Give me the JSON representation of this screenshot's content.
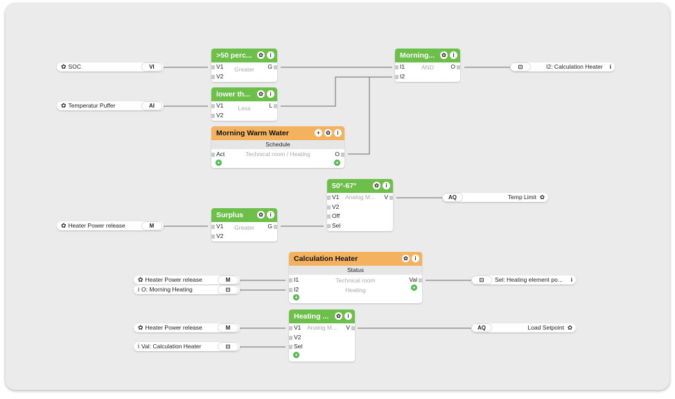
{
  "inputs": [
    {
      "icon": "gear",
      "label": "SOC",
      "tag": "VI"
    },
    {
      "icon": "gear",
      "label": "Temperatur Puffer",
      "tag": "AI"
    },
    {
      "icon": "gear",
      "label": "Heater Power release",
      "tag": "M"
    },
    {
      "icon": "gear",
      "label": "Heater Power release",
      "tag": "M"
    },
    {
      "icon": "info",
      "label": "O: Morning Heating",
      "tag": "⊡"
    },
    {
      "icon": "gear",
      "label": "Heater Power release",
      "tag": "M"
    },
    {
      "icon": "info",
      "label": "Val: Calculation Heater",
      "tag": "⊡"
    }
  ],
  "outputs": [
    {
      "tag": "⊡",
      "label": "I2: Calculation Heater",
      "icon": "info"
    },
    {
      "tag": "AQ",
      "label": "Temp Limit",
      "icon": "gear"
    },
    {
      "tag": "⊡",
      "label": "Sel: Heating element po...",
      "icon": "info"
    },
    {
      "tag": "AQ",
      "label": "Load Setpoint",
      "icon": "gear"
    }
  ],
  "blocks": {
    "greater": {
      "title": ">50 perc...",
      "in1": "V1",
      "in2": "V2",
      "func": "Greater",
      "out": "G"
    },
    "less": {
      "title": "lower th...",
      "in1": "V1",
      "in2": "V2",
      "func": "Less",
      "out": "L"
    },
    "schedule": {
      "title": "Morning Warm Water",
      "sub": "Schedule",
      "in1": "Act",
      "func": "Technical room / Heating",
      "out": "O"
    },
    "and": {
      "title": "Morning...",
      "in1": "I1",
      "in2": "I2",
      "func": "AND",
      "out": "O"
    },
    "analog1": {
      "title": "50°-67°",
      "in1": "V1",
      "in2": "V2",
      "in3": "Off",
      "in4": "Sel",
      "func": "Analog M...",
      "out": "V"
    },
    "surplus": {
      "title": "Surplus",
      "in1": "V1",
      "in2": "V2",
      "func": "Greater",
      "out": "G"
    },
    "status": {
      "title": "Calculation Heater",
      "sub": "Status",
      "in1": "I1",
      "in2": "I2",
      "func1": "Technical room",
      "func2": "Heating",
      "out": "Val"
    },
    "analog2": {
      "title": "Heating ...",
      "in1": "V1",
      "in2": "V2",
      "in3": "Sel",
      "func": "Analog M...",
      "out": "V"
    }
  },
  "icons": {
    "gear": "✿",
    "info": "i",
    "plus": "+"
  }
}
